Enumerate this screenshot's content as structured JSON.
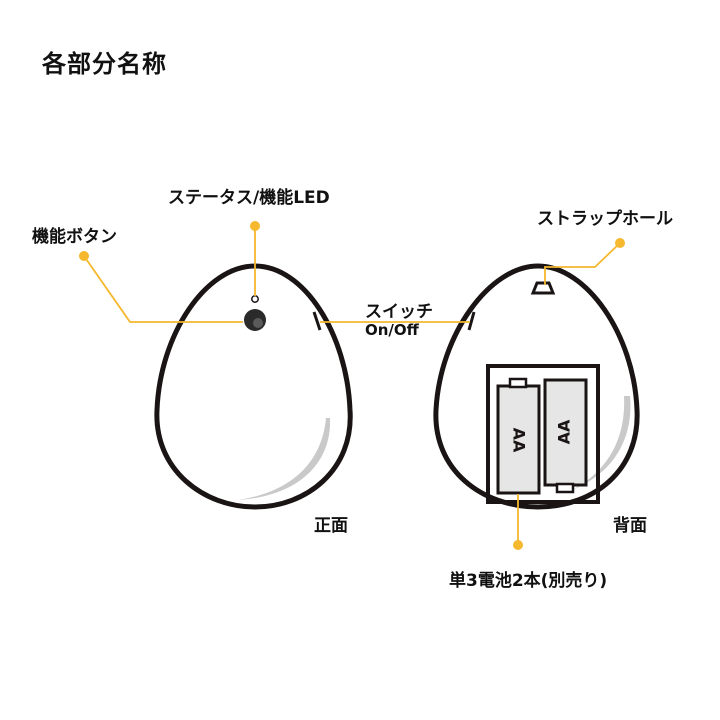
{
  "title": "各部分名称",
  "labels": {
    "status_led": "ステータス/機能LED",
    "function_button": "機能ボタン",
    "strap_hole": "ストラップホール",
    "switch": "スイッチ",
    "switch_sub": "On/Off",
    "front": "正面",
    "back": "背面",
    "battery": "単3電池2本(別売り)",
    "battery_text_1": "AA",
    "battery_text_2": "AA"
  },
  "colors": {
    "accent": "#f5b82e",
    "outline": "#1a1414",
    "shadow": "#c9c9c9"
  }
}
